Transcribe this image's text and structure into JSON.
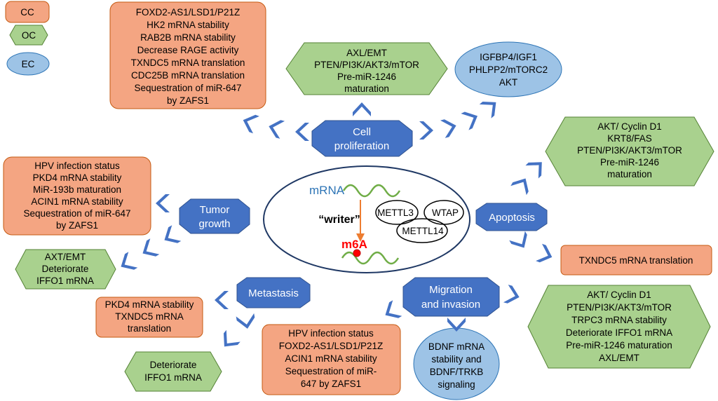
{
  "legend": {
    "cc": "CC",
    "oc": "OC",
    "ec": "EC"
  },
  "colors": {
    "cc_fill": "#f4a582",
    "oc_fill": "#a9d18e",
    "ec_fill": "#9dc3e6",
    "hub_fill": "#4472c4",
    "arrow": "#ed7d31",
    "mrna_strand": "#70ad47",
    "m6a": "#ff0000"
  },
  "center": {
    "mrna": "mRNA",
    "writer": "“writer”",
    "m6a": "m6A",
    "complex": [
      "METTL3",
      "WTAP",
      "METTL14"
    ]
  },
  "hubs": {
    "cell_proliferation": [
      "Cell",
      "proliferation"
    ],
    "tumor_growth": [
      "Tumor",
      "growth"
    ],
    "apoptosis": [
      "Apoptosis"
    ],
    "metastasis": [
      "Metastasis"
    ],
    "migration_invasion": [
      "Migration",
      "and invasion"
    ]
  },
  "boxes": {
    "prolif_cc": [
      "FOXD2-AS1/LSD1/P21Z",
      "HK2 mRNA stability",
      "RAB2B mRNA stability",
      "Decrease RAGE activity",
      "TXNDC5 mRNA translation",
      "CDC25B  mRNA translation",
      "Sequestration of miR-647",
      "by ZAFS1"
    ],
    "prolif_oc": [
      "AXL/EMT",
      "PTEN/PI3K/AKT3/mTOR",
      "Pre-miR-1246",
      "maturation"
    ],
    "prolif_ec": [
      "IGFBP4/IGF1",
      "PHLPP2/mTORC2",
      "AKT"
    ],
    "growth_cc": [
      "HPV infection status",
      "PKD4 mRNA stability",
      "MiR-193b maturation",
      "ACIN1 mRNA stability",
      "Sequestration of miR-647",
      "by ZAFS1"
    ],
    "growth_oc": [
      "AXT/EMT",
      "Deteriorate",
      "IFFO1 mRNA"
    ],
    "apop_oc": [
      "AKT/ Cyclin D1",
      "KRT8/FAS",
      "PTEN/PI3K/AKT3/mTOR",
      "Pre-miR-1246",
      "maturation"
    ],
    "apop_cc": [
      "TXNDC5 mRNA translation"
    ],
    "meta_cc": [
      "PKD4 mRNA stability",
      "TXNDC5 mRNA",
      "translation"
    ],
    "meta_oc": [
      "Deteriorate",
      "IFFO1 mRNA"
    ],
    "mig_cc": [
      "HPV infection status",
      "FOXD2-AS1/LSD1/P21Z",
      "ACIN1 mRNA stability",
      "Sequestration of miR-",
      "647 by ZAFS1"
    ],
    "mig_ec": [
      "BDNF mRNA",
      "stability and",
      "BDNF/TRKB",
      "signaling"
    ],
    "mig_oc": [
      "AKT/ Cyclin D1",
      "PTEN/PI3K/AKT3/mTOR",
      "TRPC3 mRNA stability",
      "Deteriorate IFFO1 mRNA",
      "Pre-miR-1246 maturation",
      "AXL/EMT"
    ]
  }
}
